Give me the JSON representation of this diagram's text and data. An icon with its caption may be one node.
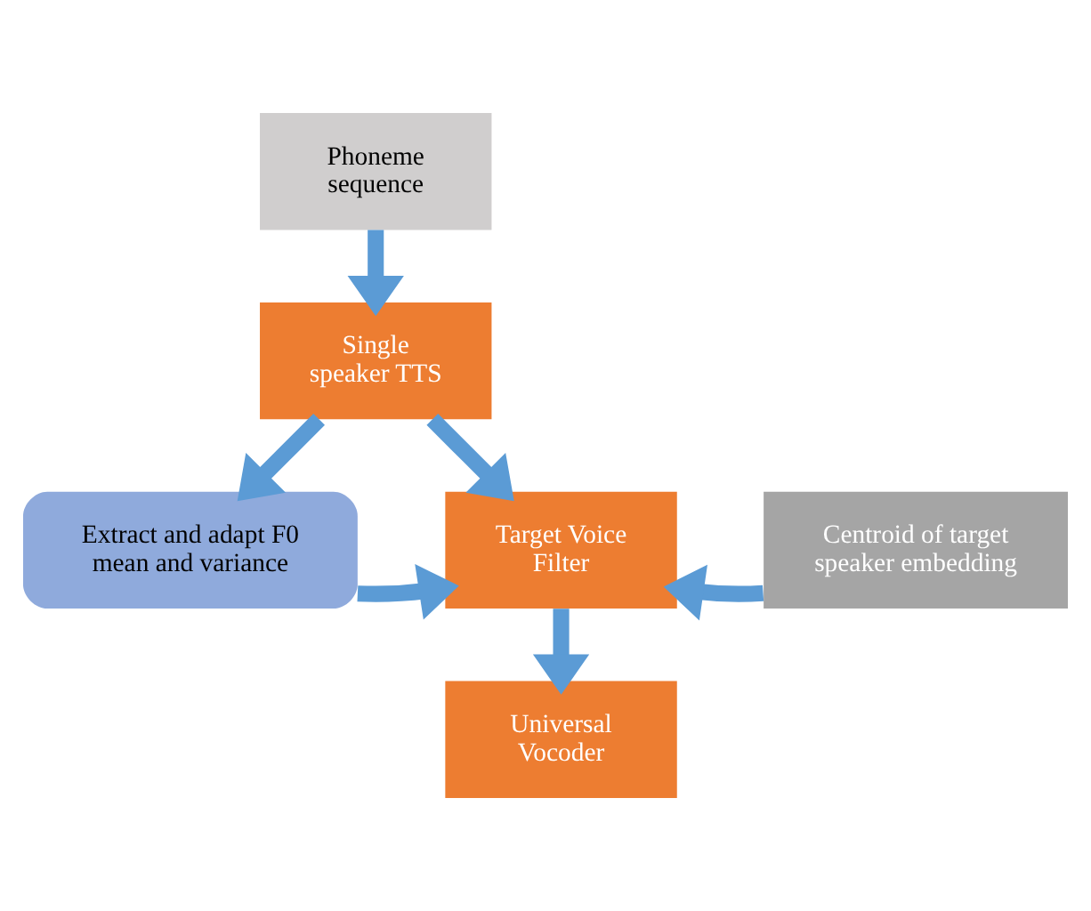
{
  "diagram": {
    "nodes": [
      {
        "text": [
          "Phoneme sequence"
        ]
      },
      {
        "text": [
          "Single speaker TTS"
        ]
      },
      {
        "text": [
          "Extract and adapt F0 mean and variance"
        ]
      },
      {
        "text": [
          "Target Voice Filter"
        ]
      },
      {
        "text": [
          "Centroid of target speaker embedding"
        ]
      },
      {
        "text": [
          "Universal Vocoder"
        ]
      }
    ],
    "edges": [
      {
        "from": 0,
        "to": 1,
        "arrow": "to"
      },
      {
        "from": 1,
        "to": 2,
        "arrow": "to"
      },
      {
        "from": 1,
        "to": 3,
        "arrow": "to"
      },
      {
        "from": 2,
        "to": 3,
        "arrow": "to"
      },
      {
        "from": 4,
        "to": 3,
        "arrow": "to"
      },
      {
        "from": 3,
        "to": 5,
        "arrow": "to"
      }
    ]
  }
}
